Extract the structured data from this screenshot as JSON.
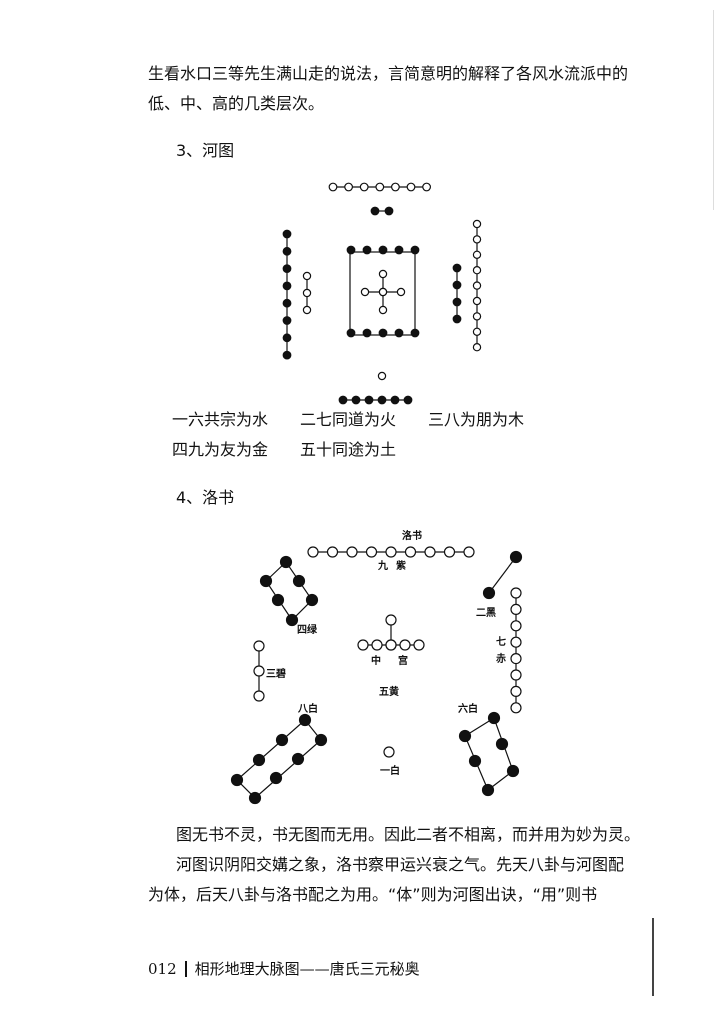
{
  "text": {
    "intro_line1": "生看水口三等先生满山走的说法，言简意明的解释了各风水流派中的",
    "intro_line2": "低、中、高的几类层次。",
    "heading3": "3、河图",
    "hetu_cap1": "一六共宗为水",
    "hetu_cap2": "二七同道为火",
    "hetu_cap3": "三八为朋为木",
    "hetu_cap4": "四九为友为金",
    "hetu_cap5": "五十同途为土",
    "heading4": "4、洛书",
    "body1": "图无书不灵，书无图而无用。因此二者不相离，而并用为妙为灵。",
    "body2": "河图识阴阳交媾之象，洛书察甲运兴衰之气。先天八卦与河图配",
    "body3": "为体，后天八卦与洛书配之为用。“体”则为河图出诀，“用”则书"
  },
  "luoshu_labels": {
    "title": "洛书",
    "jiu": "九",
    "zi": "紫",
    "er_hei": "二黑",
    "si_lv": "四绿",
    "qi": "七",
    "chi": "赤",
    "san_bi": "三碧",
    "zhong": "中",
    "gong": "宫",
    "wu_huang": "五黄",
    "ba_bai": "八白",
    "liu_bai": "六白",
    "yi_bai": "一白"
  },
  "footer": {
    "page_number": "012",
    "book_title": "相形地理大脉图——唐氏三元秘奥"
  }
}
